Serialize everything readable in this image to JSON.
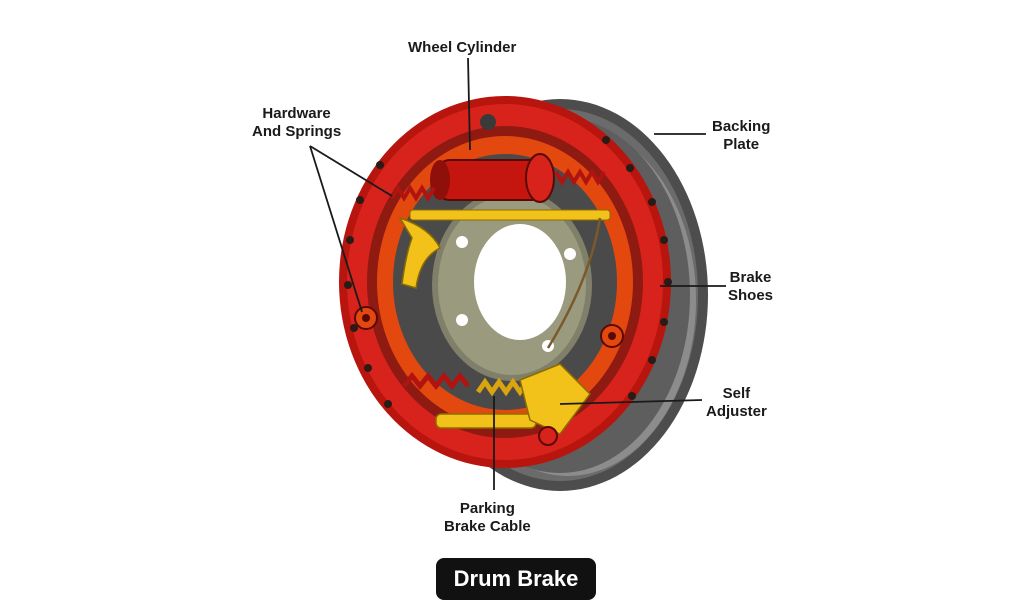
{
  "labels": {
    "wheel_cylinder": "Wheel Cylinder",
    "hardware_springs": [
      "Hardware",
      "And Springs"
    ],
    "backing_plate": [
      "Backing",
      "Plate"
    ],
    "brake_shoes": [
      "Brake",
      "Shoes"
    ],
    "self_adjuster": [
      "Self",
      "Adjuster"
    ],
    "parking_brake_cable": [
      "Parking",
      "Brake Cable"
    ]
  },
  "title": "Drum Brake",
  "colors": {
    "shoe_red": "#d8231c",
    "lining_orange": "#e3480f",
    "backing_grey": "#5a5a5a",
    "hub_olive": "#8a8a6a",
    "yellow_parts": "#f2c21a",
    "title_bg": "#111111"
  }
}
